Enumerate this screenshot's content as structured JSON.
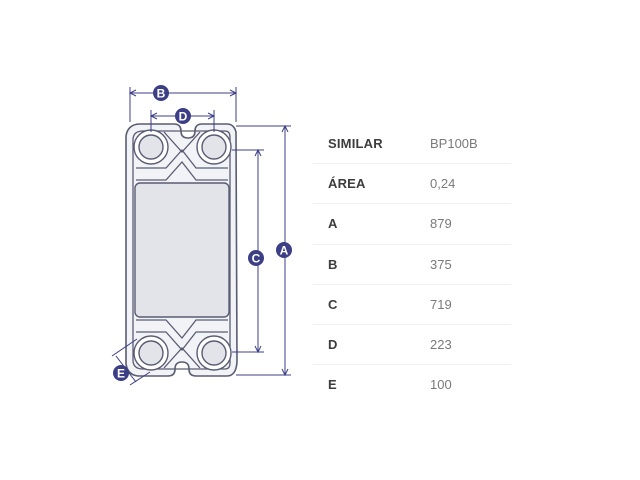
{
  "diagram": {
    "colors": {
      "outline": "#5a5d72",
      "dimension": "#3c3f85",
      "badge": "#3c3f85",
      "panel": "#e2e4ea",
      "plate": "#f2f3f7"
    },
    "badges": [
      "B",
      "D",
      "C",
      "A",
      "E"
    ]
  },
  "specs": [
    {
      "key": "SIMILAR",
      "value": "BP100B"
    },
    {
      "key": "ÁREA",
      "value": "0,24"
    },
    {
      "key": "A",
      "value": "879"
    },
    {
      "key": "B",
      "value": "375"
    },
    {
      "key": "C",
      "value": "719"
    },
    {
      "key": "D",
      "value": "223"
    },
    {
      "key": "E",
      "value": "100"
    }
  ]
}
